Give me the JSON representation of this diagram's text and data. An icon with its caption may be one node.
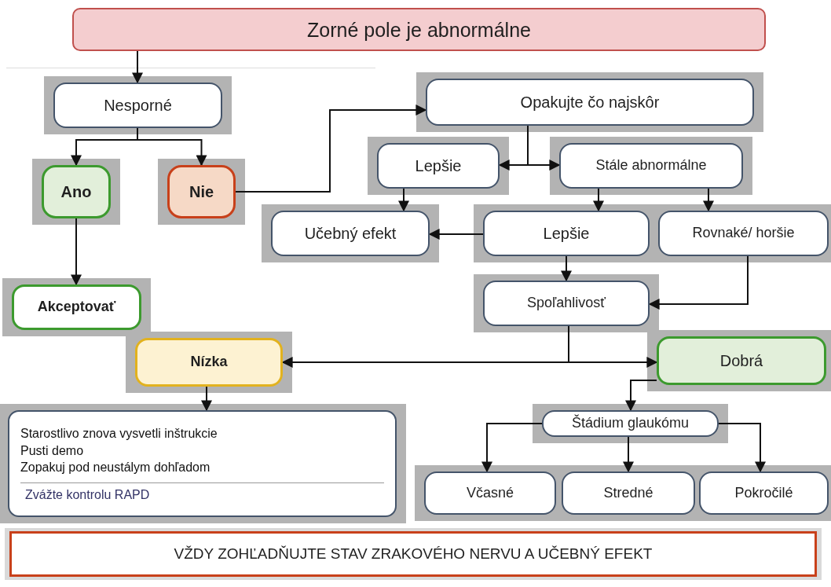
{
  "diagram": {
    "nodes": [
      {
        "text": [
          "Zorné pole je abnormálne"
        ]
      },
      {
        "text": [
          "Nesporné"
        ]
      },
      {
        "text": [
          "Ano"
        ]
      },
      {
        "text": [
          "Nie"
        ]
      },
      {
        "text": [
          "Akceptovať"
        ]
      },
      {
        "text": [
          "Opakujte čo najskôr"
        ]
      },
      {
        "text": [
          "Lepšie"
        ]
      },
      {
        "text": [
          "Stále abnormálne"
        ]
      },
      {
        "text": [
          "Učebný efekt"
        ]
      },
      {
        "text": [
          "Lepšie"
        ]
      },
      {
        "text": [
          "Rovnaké/ horšie"
        ]
      },
      {
        "text": [
          "Spoľahlivosť"
        ]
      },
      {
        "text": [
          "Nízka"
        ]
      },
      {
        "text": [
          "Dobrá"
        ]
      },
      {
        "text": [
          "Starostlivo znova vysvetli inštrukcie",
          "Pusti demo",
          "Zopakuj pod neustálym dohľadom",
          "Zvážte kontrolu RAPD"
        ]
      },
      {
        "text": [
          "Štádium glaukómu"
        ]
      },
      {
        "text": [
          "Včasné"
        ]
      },
      {
        "text": [
          "Stredné"
        ]
      },
      {
        "text": [
          "Pokročilé"
        ]
      },
      {
        "text": [
          "VŽDY ZOHĽADŇUJTE STAV ZRAKOVÉHO NERVU A UČEBNÝ EFEKT"
        ]
      }
    ],
    "edges": [
      {
        "from": 0,
        "to": 1,
        "arrow": "to"
      },
      {
        "from": 1,
        "to": 2,
        "arrow": "to"
      },
      {
        "from": 1,
        "to": 3,
        "arrow": "to"
      },
      {
        "from": 2,
        "to": 4,
        "arrow": "to"
      },
      {
        "from": 3,
        "to": 5,
        "arrow": "to"
      },
      {
        "from": 5,
        "to": 6,
        "arrow": "to"
      },
      {
        "from": 5,
        "to": 7,
        "arrow": "to"
      },
      {
        "from": 6,
        "to": 8,
        "arrow": "to"
      },
      {
        "from": 7,
        "to": 9,
        "arrow": "to"
      },
      {
        "from": 7,
        "to": 10,
        "arrow": "to"
      },
      {
        "from": 9,
        "to": 8,
        "arrow": "to"
      },
      {
        "from": 9,
        "to": 11,
        "arrow": "to"
      },
      {
        "from": 10,
        "to": 11,
        "arrow": "to"
      },
      {
        "from": 11,
        "to": 12,
        "arrow": "to"
      },
      {
        "from": 11,
        "to": 13,
        "arrow": "to"
      },
      {
        "from": 12,
        "to": 14,
        "arrow": "to"
      },
      {
        "from": 13,
        "to": 15,
        "arrow": "to"
      },
      {
        "from": 15,
        "to": 16,
        "arrow": "to"
      },
      {
        "from": 15,
        "to": 17,
        "arrow": "to"
      },
      {
        "from": 15,
        "to": 18,
        "arrow": "to"
      }
    ]
  }
}
